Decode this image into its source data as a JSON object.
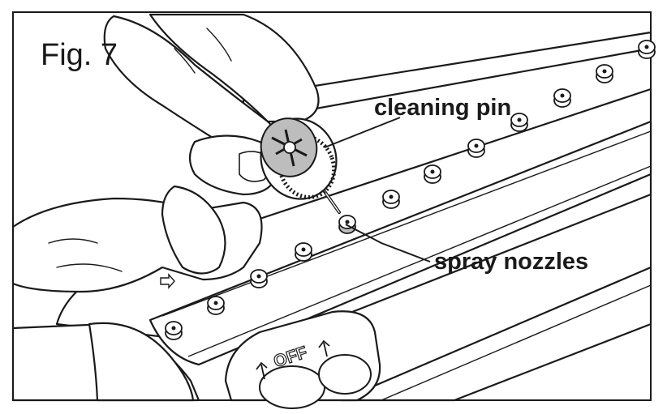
{
  "figure": {
    "label": "Fig. 7",
    "off_label": "OFF",
    "callouts": {
      "cleaning_pin": "cleaning pin",
      "spray_nozzles": "spray nozzles"
    }
  },
  "colors": {
    "stroke": "#1a1a1a",
    "fill": "#ffffff",
    "shade": "#bdbdbd",
    "dark": "#6e6e6e"
  },
  "icons": [
    "arrow-up-icon",
    "arrow-hint-icon"
  ]
}
